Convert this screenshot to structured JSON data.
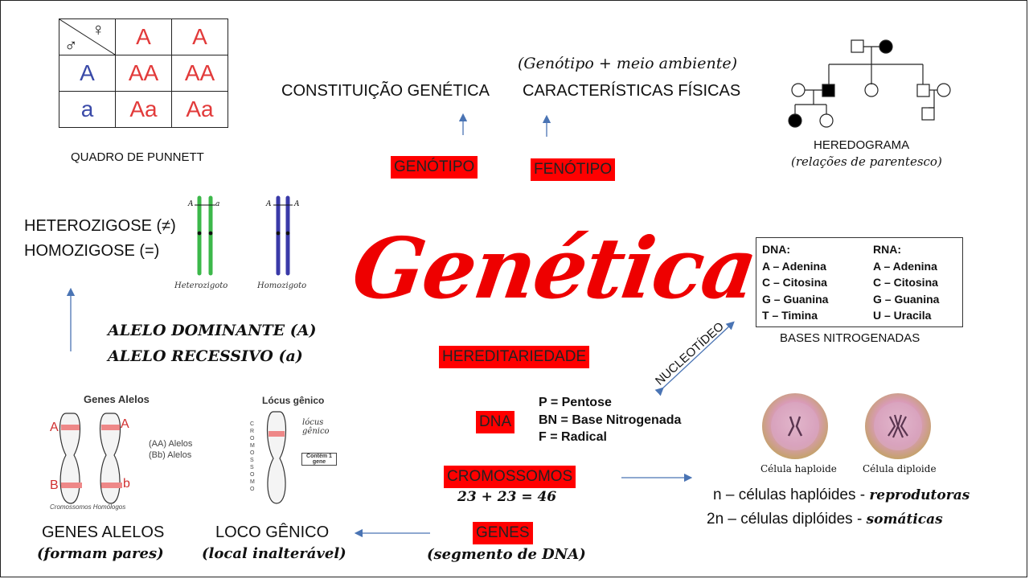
{
  "title": "Genética",
  "punnett": {
    "male_symbol": "♂",
    "female_symbol": "♀",
    "header": [
      "A",
      "A"
    ],
    "rows": [
      {
        "allele": "A",
        "cells": [
          "AA",
          "AA"
        ]
      },
      {
        "allele": "a",
        "cells": [
          "Aa",
          "Aa"
        ]
      }
    ],
    "caption": "QUADRO DE PUNNETT"
  },
  "genotype": {
    "meaning": "CONSTITUIÇÃO GENÉTICA",
    "label": "GENÓTIPO"
  },
  "phenotype": {
    "formula": "(Genótipo + meio ambiente)",
    "meaning": "CARACTERÍSTICAS FÍSICAS",
    "label": "FENÓTIPO"
  },
  "pedigree": {
    "title": "HEREDOGRAMA",
    "subtitle": "(relações de parentesco)"
  },
  "zygosity": {
    "hetero": "HETEROZIGOSE (≠)",
    "homo": "HOMOZIGOSE (=)"
  },
  "chromosomes_fig": {
    "hetero_label": "Heterozigoto",
    "homo_label": "Homozigoto",
    "hetero_alleles": [
      "A",
      "a"
    ],
    "homo_alleles": [
      "A",
      "A"
    ]
  },
  "alleles": {
    "dominant": "ALELO DOMINANTE (A)",
    "recessive": "ALELO RECESSIVO (a)"
  },
  "heredity": "HEREDITARIEDADE",
  "bases": {
    "dna_title": "DNA:",
    "dna": [
      "A – Adenina",
      "C – Citosina",
      "G – Guanina",
      "T – Timina"
    ],
    "rna_title": "RNA:",
    "rna": [
      "A – Adenina",
      "C – Citosina",
      "G – Guanina",
      "U – Uracila"
    ],
    "caption": "BASES NITROGENADAS"
  },
  "nucleotide": "NUCLEOTÍDEO",
  "dna": {
    "label": "DNA",
    "parts": [
      "P = Pentose",
      "BN = Base Nitrogenada",
      "F = Radical"
    ]
  },
  "chromosomes": {
    "label": "CROMOSSOMOS",
    "count": "23 + 23 = 46"
  },
  "genes": {
    "label": "GENES",
    "desc": "(segmento de DNA)"
  },
  "genes_alleles_fig": {
    "title": "Genes Alelos",
    "left": [
      "A",
      "B"
    ],
    "right": [
      "A",
      "b"
    ],
    "aa": "(AA) Alelos",
    "bb": "(Bb) Alelos",
    "caption": "Cromossomos Homólogos"
  },
  "locus_fig": {
    "title": "Lócus gênico",
    "vertical": "CROMOSSOMO",
    "note": "lócus gênico",
    "box": "Contém 1 gene"
  },
  "genes_alleles": {
    "label": "GENES ALELOS",
    "desc": "(formam pares)"
  },
  "locus": {
    "label": "LOCO GÊNICO",
    "desc": "(local inalterável)"
  },
  "cells": {
    "haploid_label": "Célula haploide",
    "diploid_label": "Célula diploide",
    "haploid_text": "n – células haplóides - ",
    "haploid_em": "reprodutoras",
    "diploid_text": "2n – células diplóides - ",
    "diploid_em": "somáticas"
  },
  "colors": {
    "red": "#ff0000",
    "blue_arrow": "#4a74b4",
    "green": "#3cb84a",
    "navy": "#3a3aa8"
  }
}
